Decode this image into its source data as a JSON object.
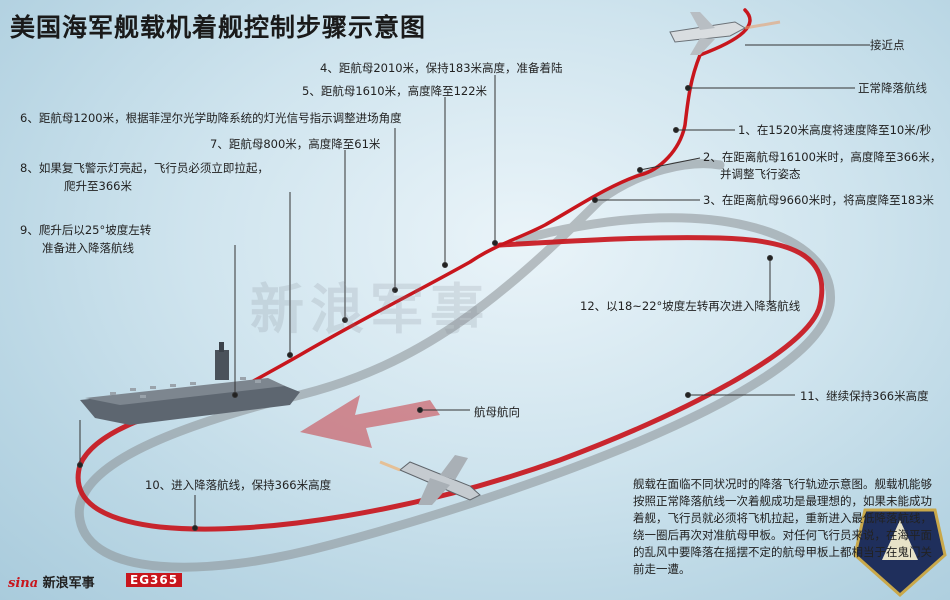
{
  "title": "美国海军舰载机着舰控制步骤示意图",
  "points": {
    "approach": "接近点",
    "normal_pattern": "正常降落航线",
    "carrier_heading": "航母航向"
  },
  "steps": {
    "s1": "1、在1520米高度将速度降至10米/秒",
    "s2a": "2、在距离航母16100米时，高度降至366米，",
    "s2b": "并调整飞行姿态",
    "s3": "3、在距离航母9660米时，将高度降至183米",
    "s4": "4、距航母2010米，保持183米高度，准备着陆",
    "s5": "5、距航母1610米，高度降至122米",
    "s6": "6、距航母1200米，根据菲涅尔光学助降系统的灯光信号指示调整进场角度",
    "s7": "7、距航母800米，高度降至61米",
    "s8a": "8、如果复飞警示灯亮起，飞行员必须立即拉起，",
    "s8b": "爬升至366米",
    "s9a": "9、爬升后以25°坡度左转",
    "s9b": "准备进入降落航线",
    "s10": "10、进入降落航线，保持366米高度",
    "s11": "11、继续保持366米高度",
    "s12": "12、以18~22°坡度左转再次进入降落航线"
  },
  "description": "舰载在面临不同状况时的降落飞行轨迹示意图。舰载机能够按照正常降落航线一次着舰成功是最理想的，如果未能成功着舰，飞行员就必须将飞机拉起，重新进入最低降落航线，绕一圈后再次对准航母甲板。对任何飞行员来说，在海平面的乱风中要降落在摇摆不定的航母甲板上都相当于在鬼门关前走一遭。",
  "brand": {
    "sina": "sina",
    "name": "新浪军事",
    "eg": "EG365"
  },
  "watermark": "新浪军事",
  "colors": {
    "path_red": "#c8161d",
    "ghost": "#8a8f94"
  }
}
